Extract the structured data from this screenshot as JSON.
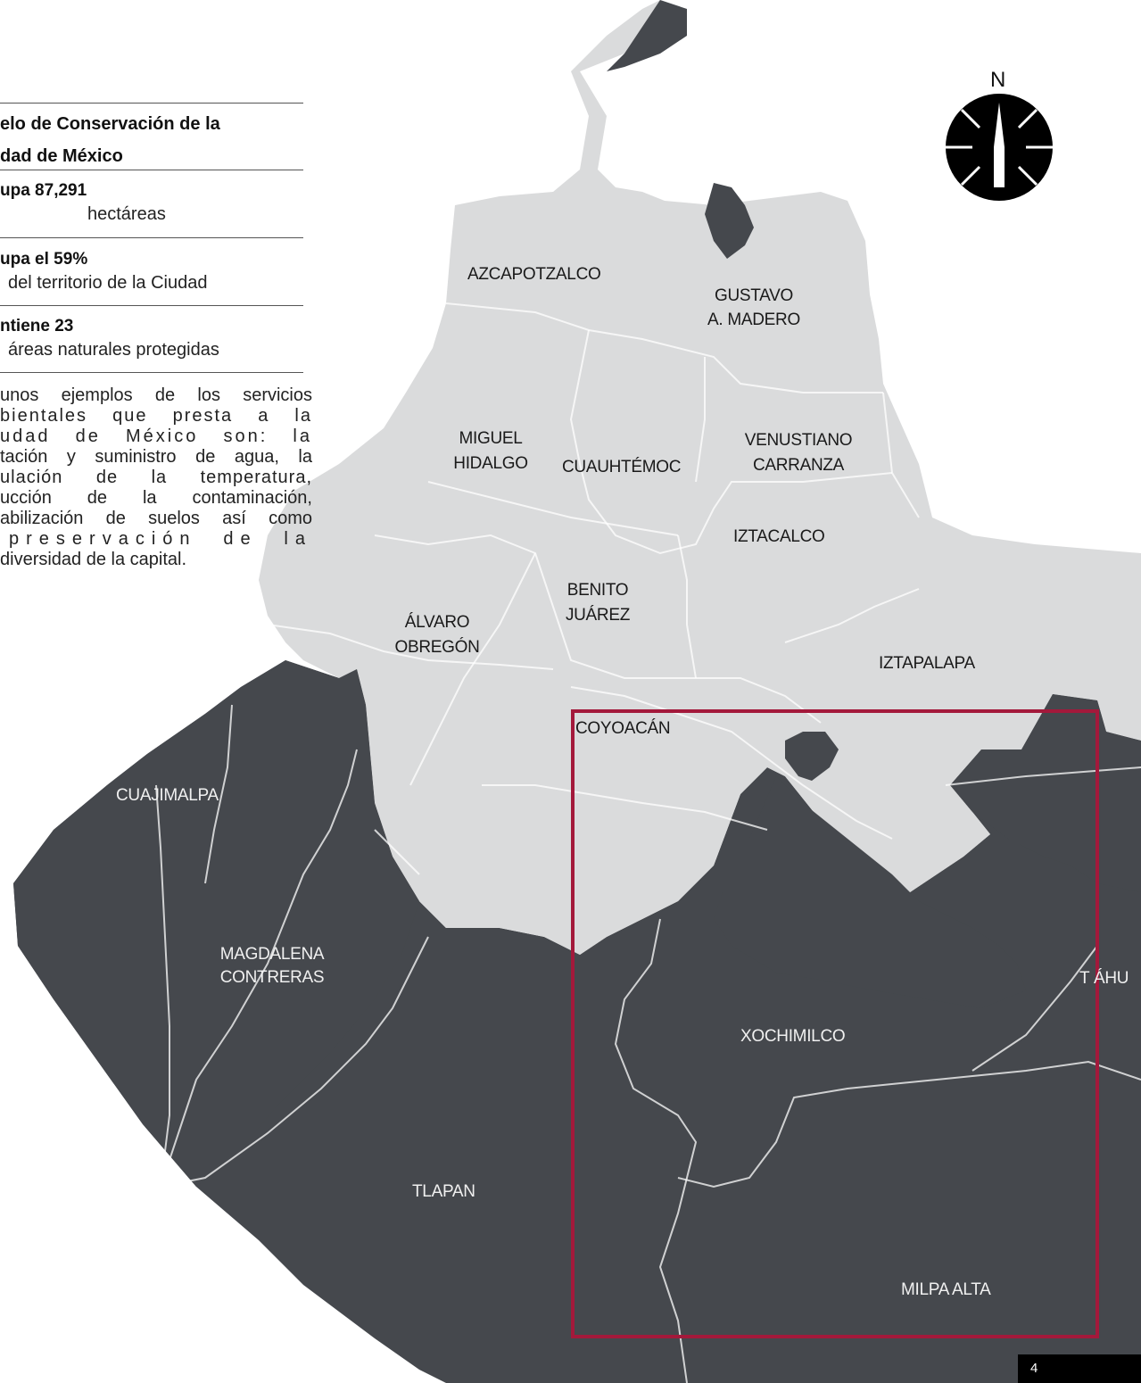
{
  "panel": {
    "title_line1": "elo de Conservación de la",
    "title_line2": "dad de México",
    "stat1_value": "upa 87,291",
    "stat1_unit": "hectáreas",
    "stat2_value": "upa el 59%",
    "stat2_unit": "del territorio de la Ciudad",
    "stat3_value": "ntiene 23",
    "stat3_unit": "áreas naturales protegidas",
    "body_lines": [
      "unos ejemplos de los servicios",
      "bientales que presta a la",
      "udad de México son: la",
      "tación y suministro de agua, la",
      "ulación de la temperatura,",
      "ucción de la contaminación,",
      "abilización de suelos así como",
      "preservación de la",
      "diversidad de la capital."
    ]
  },
  "compass": {
    "label": "N"
  },
  "map": {
    "colors": {
      "urban": "#dadbdc",
      "conservation": "#45484d",
      "highlight": "#a3193b",
      "border_line": "#ffffff"
    },
    "labels": {
      "azcapotzalco": "AZCAPOTZALCO",
      "gustavo_1": "GUSTAVO",
      "gustavo_2": "A. MADERO",
      "miguel_1": "MIGUEL",
      "miguel_2": "HIDALGO",
      "cuauhtemoc": "CUAUHTÉMOC",
      "venustiano_1": "VENUSTIANO",
      "venustiano_2": "CARRANZA",
      "iztacalco": "IZTACALCO",
      "benito_1": "BENITO",
      "benito_2": "JUÁREZ",
      "alvaro_1": "ÁLVARO",
      "alvaro_2": "OBREGÓN",
      "iztapalapa": "IZTAPALAPA",
      "coyoacan": "COYOACÁN",
      "cuajimalpa": "CUAJIMALPA",
      "magdalena_1": "MAGDALENA",
      "magdalena_2": "CONTRERAS",
      "tlahuac": "T ÁHU",
      "xochimilco": "XOCHIMILCO",
      "tlapan": "TLAPAN",
      "milpa_alta": "MILPA ALTA"
    }
  },
  "page_number": "4"
}
